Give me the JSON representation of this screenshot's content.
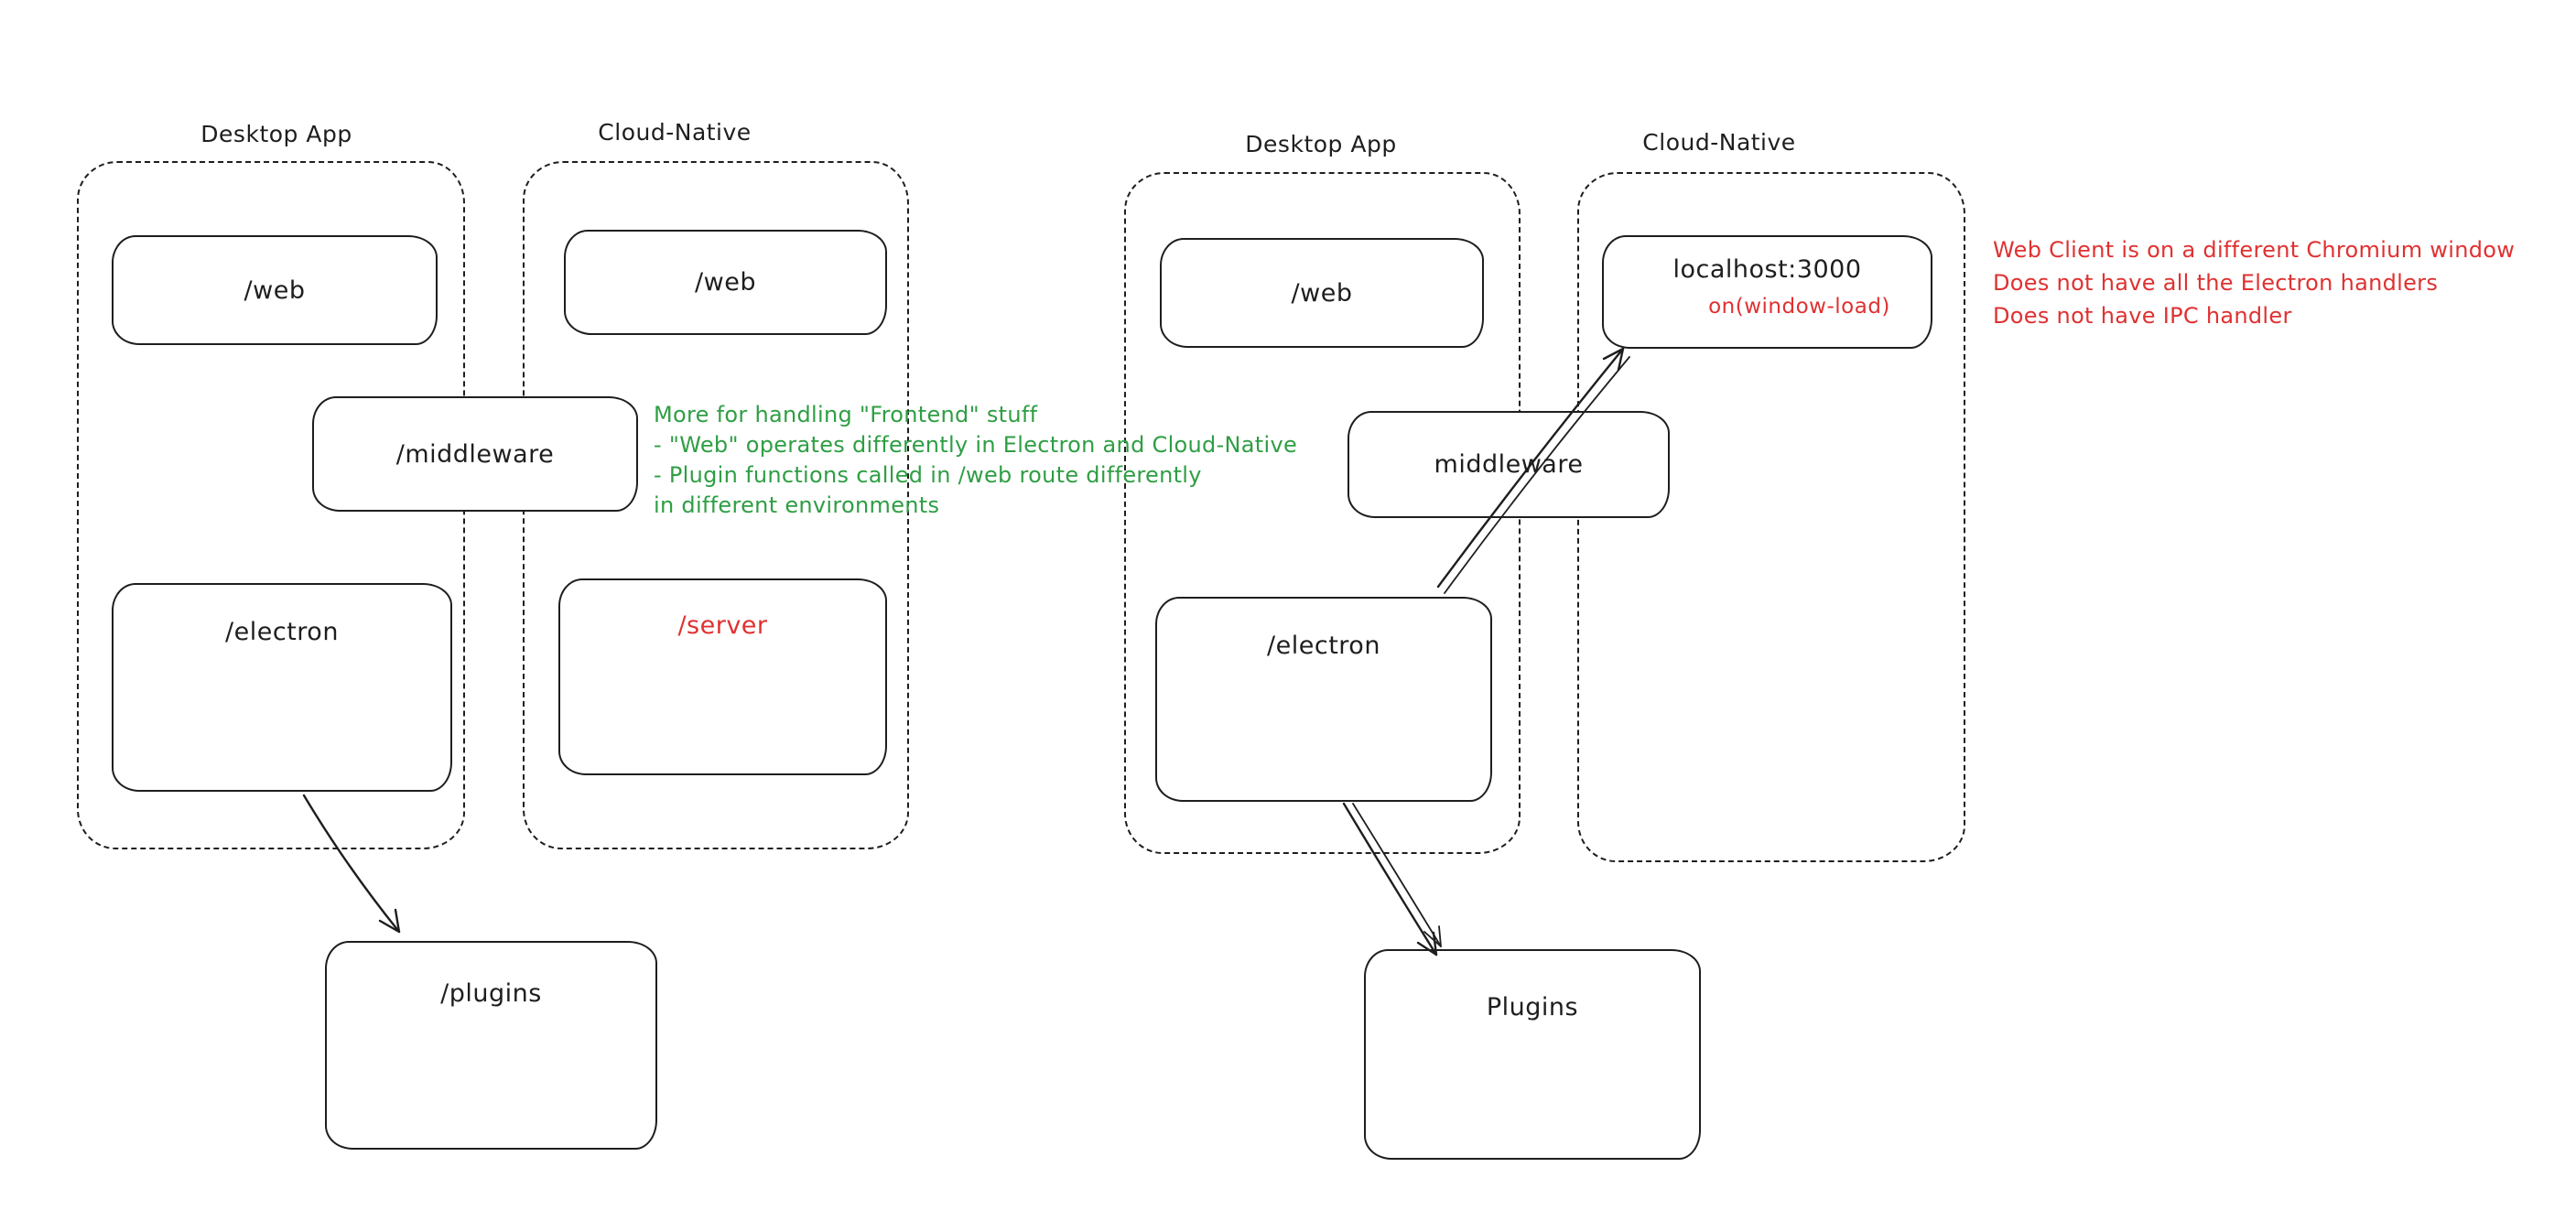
{
  "left": {
    "desktop_app_label": "Desktop App",
    "cloud_native_label": "Cloud-Native",
    "desktop_web": "/web",
    "desktop_electron": "/electron",
    "cloud_web": "/web",
    "cloud_server": "/server",
    "middleware": "/middleware",
    "plugins": "/plugins",
    "note_lines": [
      "More for handling \"Frontend\" stuff",
      "- \"Web\" operates differently in Electron and Cloud-Native",
      "- Plugin functions called in /web route differently",
      "in different environments"
    ]
  },
  "right": {
    "desktop_app_label": "Desktop App",
    "cloud_native_label": "Cloud-Native",
    "desktop_web": "/web",
    "desktop_electron": "/electron",
    "cloud_localhost": "localhost:3000",
    "cloud_on_window_load": "on(window-load)",
    "middleware": "middleware",
    "plugins": "Plugins",
    "note_lines": [
      "Web Client is on a different Chromium window",
      "Does not have all the Electron handlers",
      "Does not have IPC handler"
    ]
  },
  "colors": {
    "ink": "#1e1e1e",
    "accent_red": "#e03131",
    "accent_green": "#2f9e44"
  }
}
